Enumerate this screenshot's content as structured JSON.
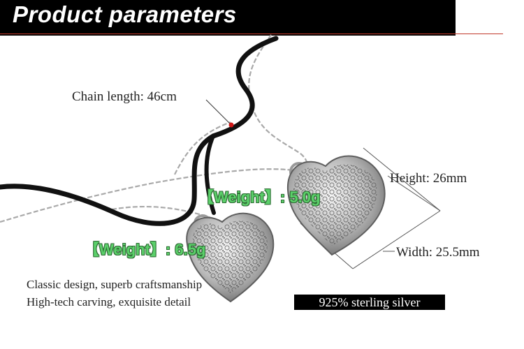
{
  "header": {
    "title": "Product parameters"
  },
  "specs": {
    "chain_length": "Chain length: 46cm",
    "height": "Height:  26mm",
    "width": "Width:  25.5mm",
    "weight_large": "【Weight】: 5.0g",
    "weight_small": "【Weight】: 6.5g"
  },
  "description": {
    "line1": "Classic design, superb craftsmanship",
    "line2": "High-tech carving, exquisite detail"
  },
  "badge": {
    "text": "925% sterling silver"
  },
  "colors": {
    "header_bg": "#000000",
    "accent_rule": "#c0392b",
    "weight_text": "#5bd06a",
    "cord": "#111111",
    "silver": "#b8b8b8"
  }
}
